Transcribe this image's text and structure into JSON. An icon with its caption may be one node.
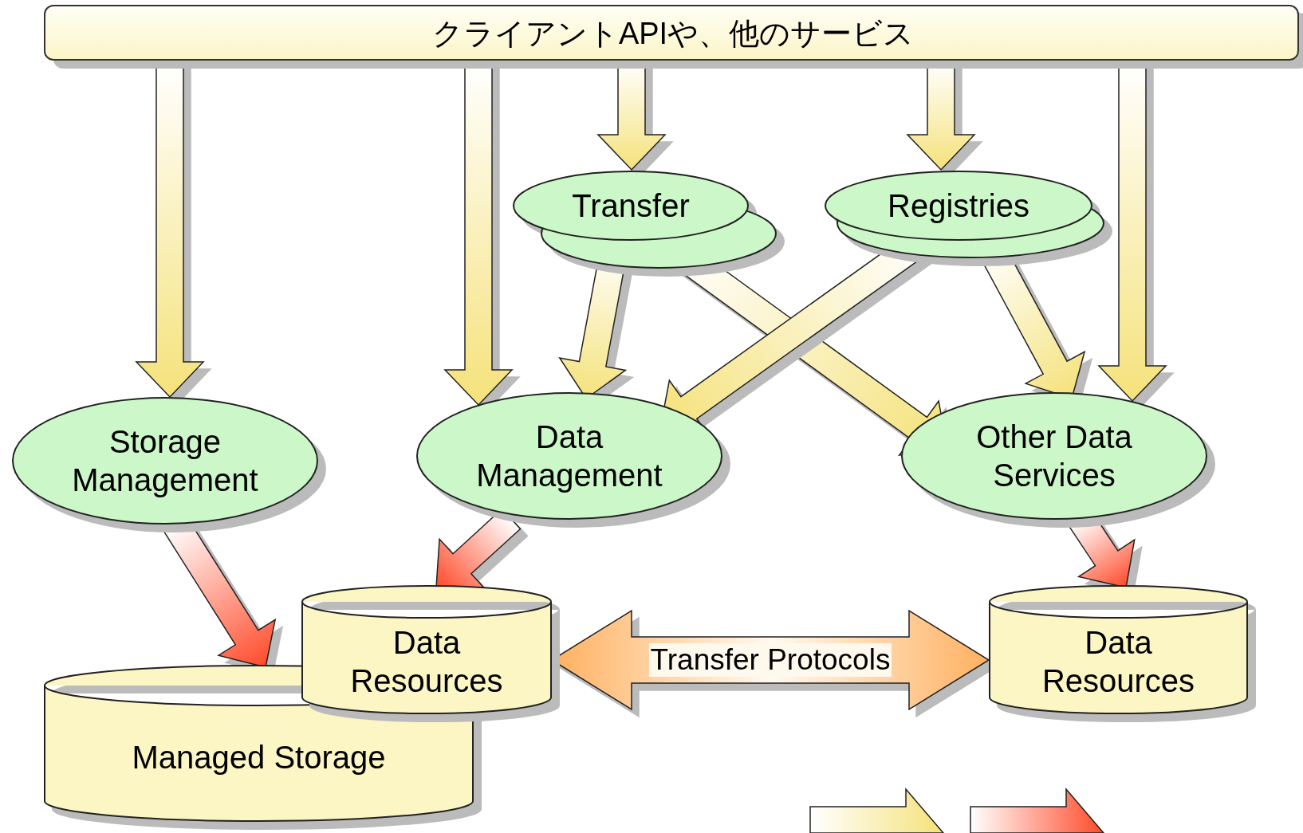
{
  "diagram": {
    "nodes": [
      {
        "text": [
          "クライアントAPIや、他のサービス"
        ]
      },
      {
        "text": [
          "Transfer"
        ]
      },
      {
        "text": [
          "Registries"
        ]
      },
      {
        "text": [
          "Storage Management"
        ]
      },
      {
        "text": [
          "Data Management"
        ]
      },
      {
        "text": [
          "Other Data Services"
        ]
      },
      {
        "text": [
          "Managed Storage"
        ]
      },
      {
        "text": [
          "Data Resources"
        ]
      },
      {
        "text": [
          "Data Resources"
        ]
      }
    ],
    "edges": [
      {
        "from": 0,
        "to": 3,
        "arrow": "to"
      },
      {
        "from": 0,
        "to": 4,
        "arrow": "to"
      },
      {
        "from": 0,
        "to": 1,
        "arrow": "to"
      },
      {
        "from": 0,
        "to": 2,
        "arrow": "to"
      },
      {
        "from": 0,
        "to": 5,
        "arrow": "to"
      },
      {
        "from": 1,
        "to": 4,
        "arrow": "to"
      },
      {
        "from": 1,
        "to": 5,
        "arrow": "to"
      },
      {
        "from": 2,
        "to": 4,
        "arrow": "to"
      },
      {
        "from": 2,
        "to": 5,
        "arrow": "to"
      },
      {
        "from": 3,
        "to": 6,
        "arrow": "to",
        "color": "#ff4a2a"
      },
      {
        "from": 4,
        "to": 7,
        "arrow": "to",
        "color": "#ff4a2a"
      },
      {
        "from": 5,
        "to": 8,
        "arrow": "to",
        "color": "#ff4a2a"
      },
      {
        "from": 7,
        "to": 8,
        "arrow": "both",
        "label": "Transfer Protocols",
        "color": "#ffb060"
      }
    ]
  }
}
